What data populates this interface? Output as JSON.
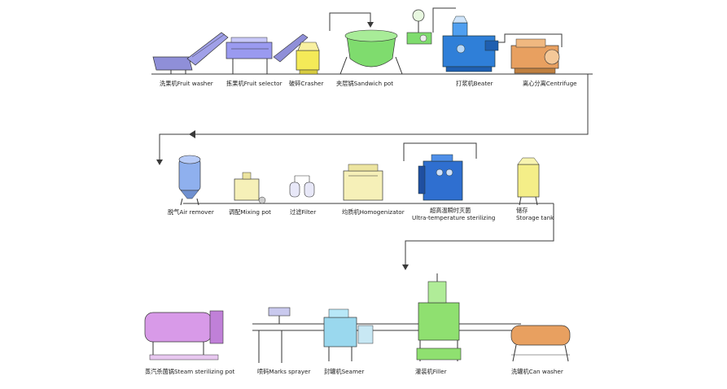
{
  "colors": {
    "line": "#3a3a3a",
    "washer": "#8f8fd8",
    "selector": "#9a9af0",
    "crusher": "#f4ea58",
    "sandwich": "#7fdc6e",
    "beater": "#2f7fd8",
    "centrifuge": "#e8a060",
    "air_remover": "#8fb0ee",
    "mixing": "#f6f0b8",
    "filter": "#e8e8f8",
    "homogenizer": "#f6f0b8",
    "sterilizer": "#2f6fd0",
    "storage": "#f4ee88",
    "steam_pot": "#d89ae8",
    "marks": "#c9c9ee",
    "seamer": "#9ad8ee",
    "filler": "#8fe070",
    "can_washer": "#e8a060"
  },
  "row1": {
    "fruit_washer": "洗果机Fruit washer",
    "fruit_selector": "拣果机Fruit selector",
    "crasher": "破碎Crasher",
    "sandwich_pot": "夹层锅Sandwich pot",
    "beater": "打浆机Beater",
    "centrifuge": "离心分离Centrifuge"
  },
  "row2": {
    "air_remover": "脱气Air remover",
    "mixing_pot": "调配Mixing pot",
    "filter": "过滤Filter",
    "homogenizer": "均质机Homogenizator",
    "sterilizer_cn": "超高温瞬时灭菌",
    "sterilizer_en": "Ultra-temperature sterilizing",
    "storage_cn": "储存",
    "storage_en": "Storage tank"
  },
  "row3": {
    "steam_pot": "蒸汽杀菌锅Steam sterilizing pot",
    "marks_sprayer": "喷码Marks sprayer",
    "seamer": "封罐机Seamer",
    "filler": "灌装机Filler",
    "can_washer": "洗罐机Can washer"
  }
}
